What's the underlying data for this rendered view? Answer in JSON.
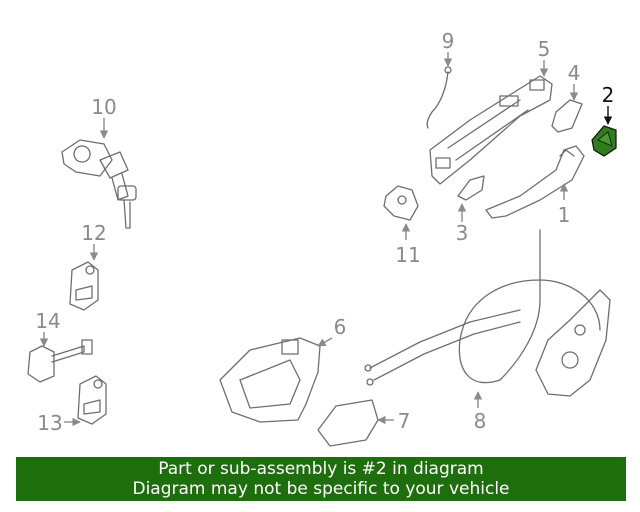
{
  "diagram": {
    "callouts": [
      {
        "id": "1",
        "label": "1"
      },
      {
        "id": "2",
        "label": "2",
        "selected": true
      },
      {
        "id": "3",
        "label": "3"
      },
      {
        "id": "4",
        "label": "4"
      },
      {
        "id": "5",
        "label": "5"
      },
      {
        "id": "6",
        "label": "6"
      },
      {
        "id": "7",
        "label": "7"
      },
      {
        "id": "8",
        "label": "8"
      },
      {
        "id": "9",
        "label": "9"
      },
      {
        "id": "10",
        "label": "10"
      },
      {
        "id": "11",
        "label": "11"
      },
      {
        "id": "12",
        "label": "12"
      },
      {
        "id": "13",
        "label": "13"
      },
      {
        "id": "14",
        "label": "14"
      }
    ],
    "highlight_color": "#2e7d1e",
    "part_color": "#6e6e6e"
  },
  "banner": {
    "line1": "Part or sub-assembly is #2 in diagram",
    "line2": "Diagram may not be specific to your vehicle",
    "background": "#1f6e0e"
  }
}
